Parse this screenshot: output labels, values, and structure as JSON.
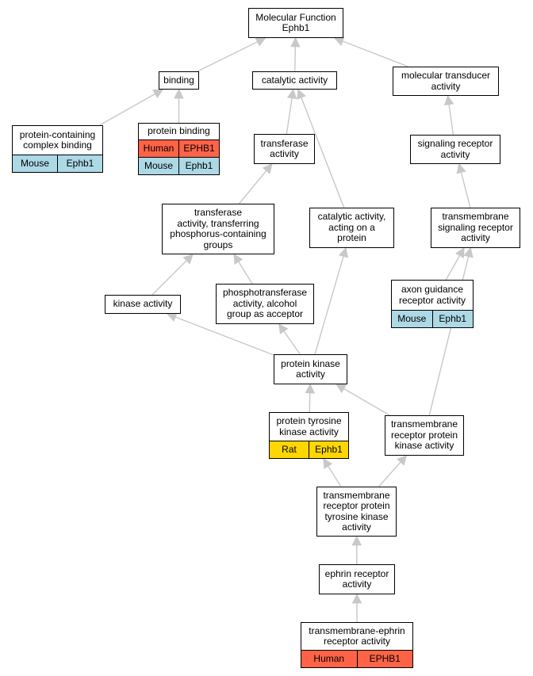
{
  "colors": {
    "edge": "#c8c8c8",
    "human": "#ff6347",
    "mouse": "#add8e6",
    "rat": "#ffd700"
  },
  "nodes": {
    "mf": {
      "title": "Molecular Function\nEphb1"
    },
    "bind": {
      "title": "binding"
    },
    "cat": {
      "title": "catalytic activity"
    },
    "mt": {
      "title": "molecular transducer\nactivity"
    },
    "pccb": {
      "title": "protein-containing\ncomplex binding",
      "rows": [
        {
          "species": "Mouse",
          "gene": "Ephb1",
          "color": "#add8e6"
        }
      ]
    },
    "pb": {
      "title": "protein binding",
      "rows": [
        {
          "species": "Human",
          "gene": "EPHB1",
          "color": "#ff6347"
        },
        {
          "species": "Mouse",
          "gene": "Ephb1",
          "color": "#add8e6"
        }
      ]
    },
    "tra": {
      "title": "transferase\nactivity"
    },
    "sra": {
      "title": "signaling receptor\nactivity"
    },
    "tatp": {
      "title": "transferase\nactivity, transferring\nphosphorus-containing\ngroups"
    },
    "caop": {
      "title": "catalytic activity,\nacting on a\nprotein"
    },
    "tsra": {
      "title": "transmembrane\nsignaling receptor\nactivity"
    },
    "ka": {
      "title": "kinase activity"
    },
    "pta": {
      "title": "phosphotransferase\nactivity, alcohol\ngroup as acceptor"
    },
    "agra": {
      "title": "axon guidance\nreceptor activity",
      "rows": [
        {
          "species": "Mouse",
          "gene": "Ephb1",
          "color": "#add8e6"
        }
      ]
    },
    "pka": {
      "title": "protein kinase\nactivity"
    },
    "ptka": {
      "title": "protein tyrosine\nkinase activity",
      "rows": [
        {
          "species": "Rat",
          "gene": "Ephb1",
          "color": "#ffd700"
        }
      ]
    },
    "trpk": {
      "title": "transmembrane\nreceptor protein\nkinase activity"
    },
    "trptk": {
      "title": "transmembrane\nreceptor protein\ntyrosine kinase\nactivity"
    },
    "era": {
      "title": "ephrin receptor\nactivity"
    },
    "tera": {
      "title": "transmembrane-ephrin\nreceptor activity",
      "rows": [
        {
          "species": "Human",
          "gene": "EPHB1",
          "color": "#ff6347"
        }
      ]
    }
  },
  "edges": [
    [
      "bind",
      "mf"
    ],
    [
      "cat",
      "mf"
    ],
    [
      "mt",
      "mf"
    ],
    [
      "pccb",
      "bind"
    ],
    [
      "pb",
      "bind"
    ],
    [
      "tra",
      "cat"
    ],
    [
      "caop",
      "cat"
    ],
    [
      "sra",
      "mt"
    ],
    [
      "tatp",
      "tra"
    ],
    [
      "tsra",
      "sra"
    ],
    [
      "ka",
      "tatp"
    ],
    [
      "pta",
      "tatp"
    ],
    [
      "agra",
      "tsra"
    ],
    [
      "pka",
      "ka"
    ],
    [
      "pka",
      "pta"
    ],
    [
      "pka",
      "caop"
    ],
    [
      "ptka",
      "pka"
    ],
    [
      "trpk",
      "pka"
    ],
    [
      "trpk",
      "tsra"
    ],
    [
      "trptk",
      "ptka"
    ],
    [
      "trptk",
      "trpk"
    ],
    [
      "era",
      "trptk"
    ],
    [
      "tera",
      "era"
    ]
  ]
}
